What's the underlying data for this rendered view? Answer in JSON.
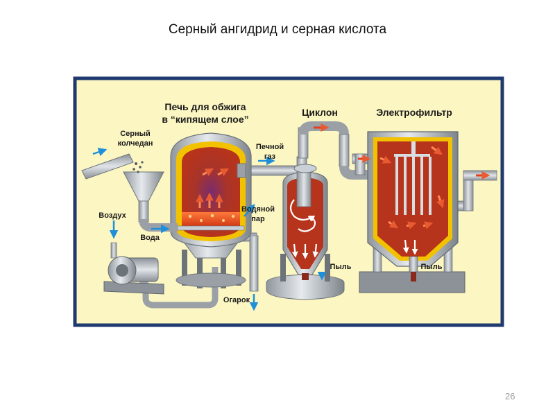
{
  "slide": {
    "title": "Серный ангидрид и серная кислота",
    "page_number": "26"
  },
  "colors": {
    "frame_border": "#1e3a6e",
    "frame_fill": "#fbf6c2",
    "furnace_shell": "#c9d0d6",
    "chamber_red": "#b6331c",
    "dust_dark": "#8a2a1c",
    "insulation_yellow": "#f2c200",
    "pipe_grey": "#b8bec4",
    "arrow_blue": "#1e90d8",
    "arrow_red": "#e04020",
    "label_text": "#1a1a1a"
  },
  "labels": {
    "furnace_line1": "Печь для обжига",
    "furnace_line2": "в “кипящем слое”",
    "cyclone": "Циклон",
    "electrofilter": "Электрофильтр",
    "pyrite_line1": "Серный",
    "pyrite_line2": "колчедан",
    "furnace_gas_line1": "Печной",
    "furnace_gas_line2": "газ",
    "air": "Воздух",
    "water": "Вода",
    "steam_line1": "Водяной",
    "steam_line2": "пар",
    "dust_cyclone": "Пыль",
    "dust_filter": "Пыль",
    "cinder": "Огарок"
  }
}
